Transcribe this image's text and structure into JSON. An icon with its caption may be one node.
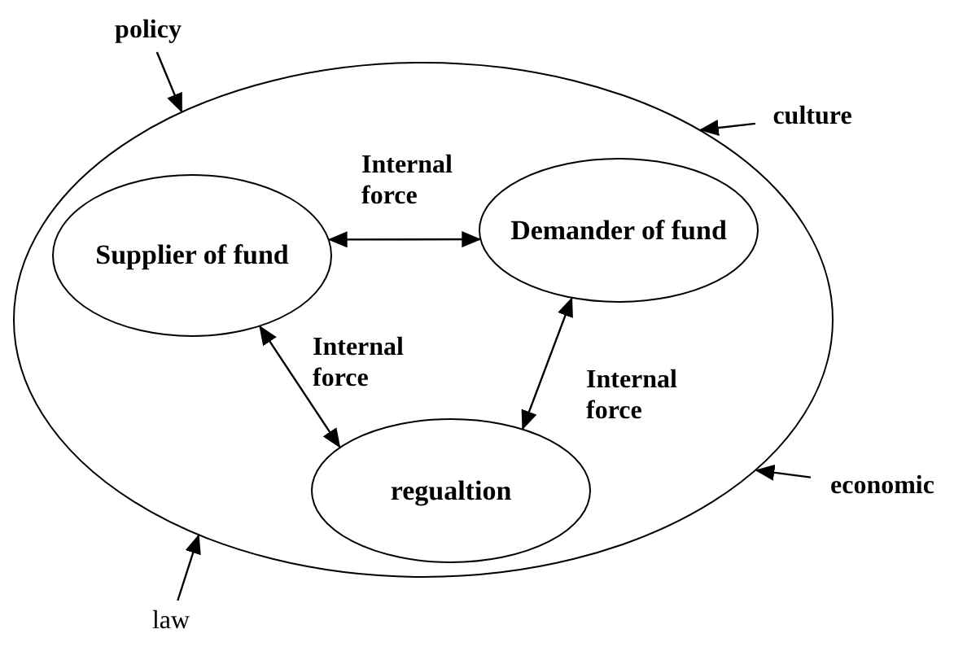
{
  "diagram": {
    "nodes": [
      {
        "text": [],
        "shape": "ellipse"
      },
      {
        "text": [
          "Supplier of fund"
        ],
        "in": 0
      },
      {
        "text": [
          "Demander of fund"
        ],
        "in": 0
      },
      {
        "text": [
          "regualtion"
        ],
        "in": 0
      },
      {
        "text": [
          "policy"
        ]
      },
      {
        "text": [
          "culture"
        ]
      },
      {
        "text": [
          "economic"
        ]
      },
      {
        "text": [
          "law"
        ]
      }
    ],
    "edges": [
      {
        "from": 1,
        "to": 2,
        "arrow": "both",
        "label": "Internal force"
      },
      {
        "from": 1,
        "to": 3,
        "arrow": "both",
        "label": "Internal force"
      },
      {
        "from": 2,
        "to": 3,
        "arrow": "both",
        "label": "Internal force"
      },
      {
        "from": 4,
        "to": 0,
        "arrow": "to"
      },
      {
        "from": 5,
        "to": 0,
        "arrow": "to"
      },
      {
        "from": 6,
        "to": 0,
        "arrow": "to"
      },
      {
        "from": 7,
        "to": 0,
        "arrow": "to"
      }
    ]
  }
}
